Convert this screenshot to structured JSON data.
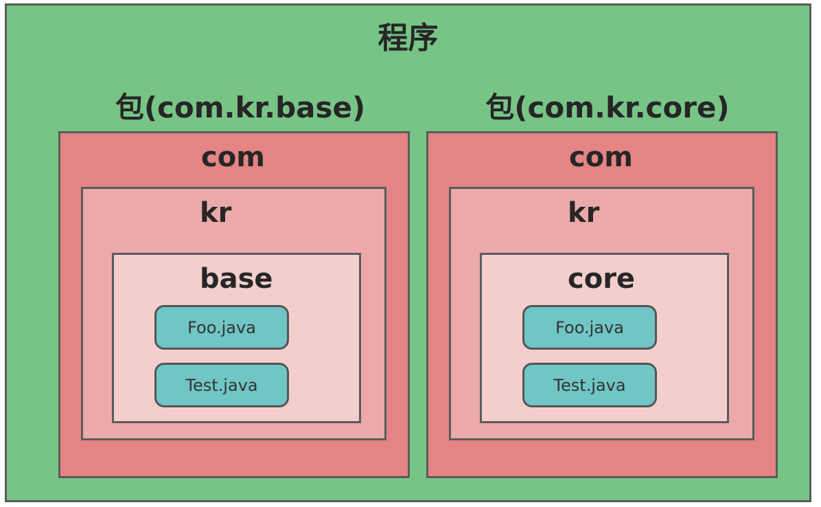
{
  "title": "程序",
  "packages": [
    {
      "title": "包(com.kr.base)",
      "levels": [
        "com",
        "kr",
        "base"
      ],
      "files": [
        "Foo.java",
        "Test.java"
      ]
    },
    {
      "title": "包(com.kr.core)",
      "levels": [
        "com",
        "kr",
        "core"
      ],
      "files": [
        "Foo.java",
        "Test.java"
      ]
    }
  ],
  "colors": {
    "program_bg": "#78c487",
    "level1_bg": "#e48484",
    "level2_bg": "#eba9a9",
    "level3_bg": "#f4cecd",
    "file_bg": "#70c5c5",
    "border": "#5b5b5b"
  }
}
